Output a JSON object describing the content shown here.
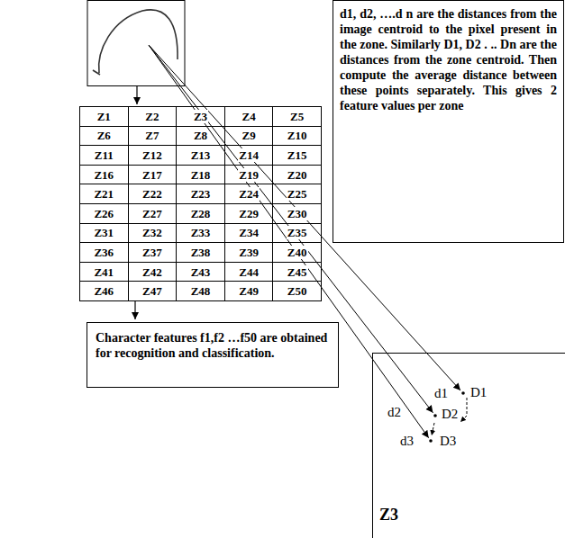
{
  "diagram": {
    "nodes": [
      {
        "text": [
          "d1, d2, ….d n are the distances from the image centroid to the pixel present in the zone. Similarly D1, D2 . .. Dn are the distances from the zone centroid. Then compute the average distance between these points separately. This gives 2 feature values per zone"
        ]
      },
      {
        "text": [
          "d1",
          "D1",
          "d2",
          "D2",
          "d3",
          "D3",
          "Z3"
        ]
      },
      {
        "text": [
          "Character features f1,f2 …f50 are obtained for recognition and classification."
        ]
      }
    ],
    "labels": [
      "Z1",
      "Z2",
      "Z3",
      "Z4",
      "Z5",
      "Z6",
      "Z7",
      "Z8",
      "Z9",
      "Z10",
      "Z11",
      "Z12",
      "Z13",
      "Z14",
      "Z15",
      "Z16",
      "Z17",
      "Z18",
      "Z19",
      "Z20",
      "Z21",
      "Z22",
      "Z23",
      "Z24",
      "Z25",
      "Z26",
      "Z27",
      "Z28",
      "Z29",
      "Z30",
      "Z31",
      "Z32",
      "Z33",
      "Z34",
      "Z35",
      "Z36",
      "Z37",
      "Z38",
      "Z39",
      "Z40",
      "Z41",
      "Z42",
      "Z43",
      "Z44",
      "Z45",
      "Z46",
      "Z47",
      "Z48",
      "Z49",
      "Z50"
    ]
  }
}
